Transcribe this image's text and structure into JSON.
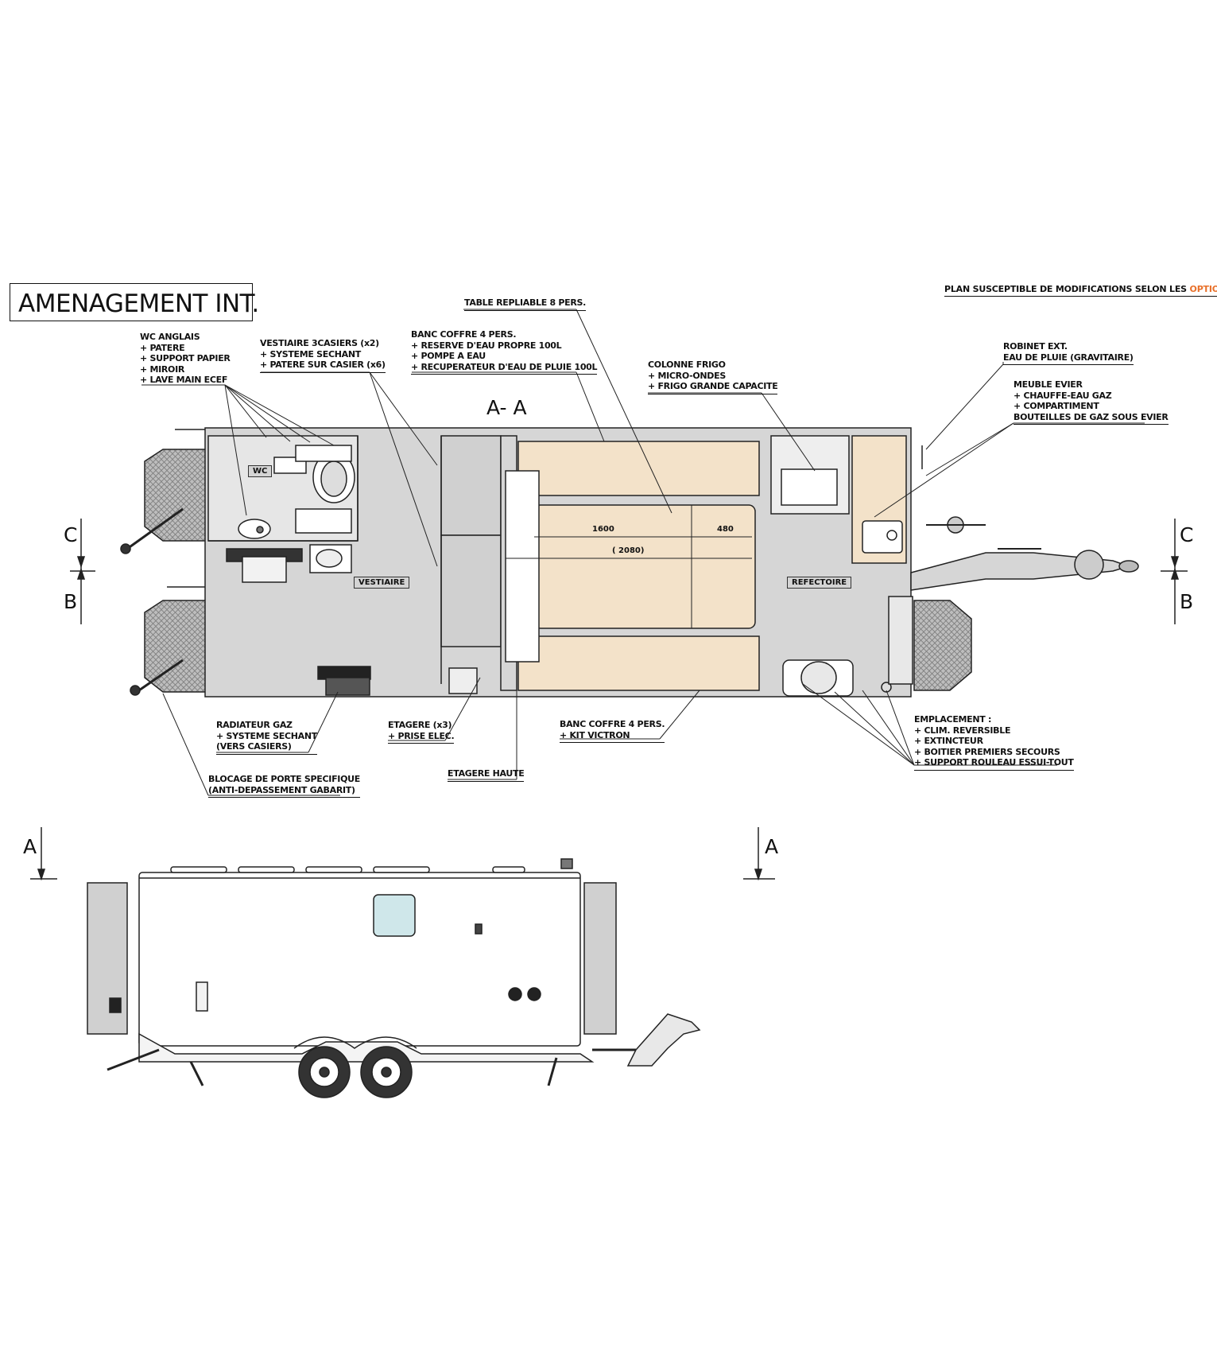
{
  "title": "AMENAGEMENT INT.",
  "notice": {
    "text": "PLAN SUSCEPTIBLE DE MODIFICATIONS SELON LES ",
    "highlight": "OPTIONS",
    "highlight_color": "#e8702a"
  },
  "section_label": "A- A",
  "section_markers": {
    "c": "C",
    "b": "B",
    "a": "A"
  },
  "rooms": {
    "wc": "WC",
    "vestiaire": "VESTIAIRE",
    "refectoire": "REFECTOIRE"
  },
  "dimensions": {
    "d1600": "1600",
    "d480": "480",
    "d2080": "( 2080)"
  },
  "annotations": {
    "wc_anglais": [
      "WC ANGLAIS",
      "+ PATERE",
      "+ SUPPORT PAPIER",
      "+ MIROIR",
      "+ LAVE MAIN ECEF"
    ],
    "vestiaire": [
      "VESTIAIRE 3CASIERS (x2)",
      "+ SYSTEME SECHANT",
      "+ PATERE SUR CASIER (x6)"
    ],
    "banc_coffre_top": [
      "BANC COFFRE 4 PERS.",
      "+ RESERVE D'EAU PROPRE 100L",
      "+ POMPE A EAU",
      "+ RECUPERATEUR D'EAU DE PLUIE 100L"
    ],
    "table": [
      "TABLE REPLIABLE 8 PERS."
    ],
    "colonne_frigo": [
      "COLONNE FRIGO",
      "+ MICRO-ONDES",
      "+ FRIGO GRANDE CAPACITE"
    ],
    "robinet": [
      "ROBINET EXT.",
      "EAU DE PLUIE (GRAVITAIRE)"
    ],
    "meuble_evier": [
      "MEUBLE EVIER",
      "+ CHAUFFE-EAU GAZ",
      "+ COMPARTIMENT",
      "BOUTEILLES DE GAZ SOUS EVIER"
    ],
    "radiateur": [
      "RADIATEUR GAZ",
      "+ SYSTEME SECHANT",
      "(VERS CASIERS)"
    ],
    "etagere": [
      "ETAGERE (x3)",
      "+ PRISE ELEC."
    ],
    "banc_coffre_bottom": [
      "BANC COFFRE 4 PERS.",
      "+ KIT VICTRON"
    ],
    "etagere_haute": [
      "ETAGERE HAUTE"
    ],
    "blocage": [
      "BLOCAGE DE PORTE SPECIFIQUE",
      "(ANTI-DEPASSEMENT GABARIT)"
    ],
    "emplacement": [
      "EMPLACEMENT :",
      "+ CLIM. REVERSIBLE",
      "+ EXTINCTEUR",
      "+ BOITIER PREMIERS SECOURS",
      "+ SUPPORT ROULEAU ESSUI-TOUT"
    ]
  },
  "colors": {
    "floor_gray": "#d6d6d6",
    "bench_beige": "#f3e2c9",
    "window_blue": "#cfe7ea",
    "line": "#222222"
  }
}
